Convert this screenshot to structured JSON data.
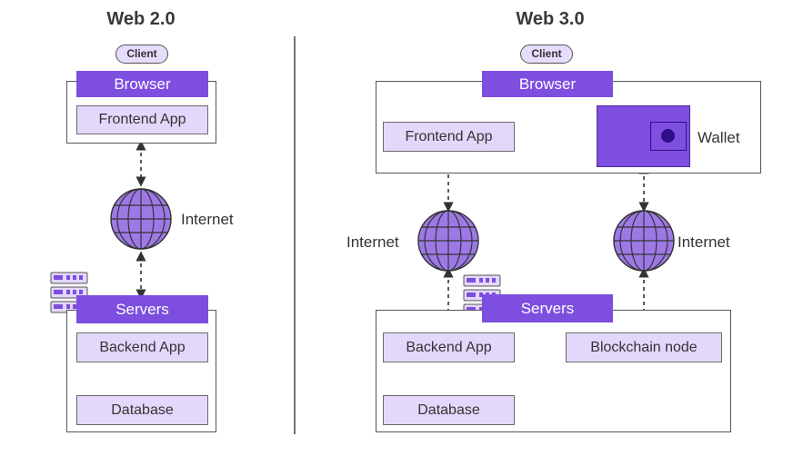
{
  "web2": {
    "title": "Web 2.0",
    "client": "Client",
    "browser": "Browser",
    "frontend": "Frontend App",
    "internet": "Internet",
    "servers": "Servers",
    "backend": "Backend App",
    "database": "Database"
  },
  "web3": {
    "title": "Web 3.0",
    "client": "Client",
    "browser": "Browser",
    "frontend": "Frontend App",
    "wallet": "Wallet",
    "internet_left": "Internet",
    "internet_right": "Internet",
    "servers": "Servers",
    "backend": "Backend App",
    "blockchain": "Blockchain node",
    "database": "Database"
  },
  "colors": {
    "accent": "#7d4ee0",
    "box_fill": "#e4d7fc",
    "globe": "#9d79e6",
    "dark": "#2f0f86"
  }
}
